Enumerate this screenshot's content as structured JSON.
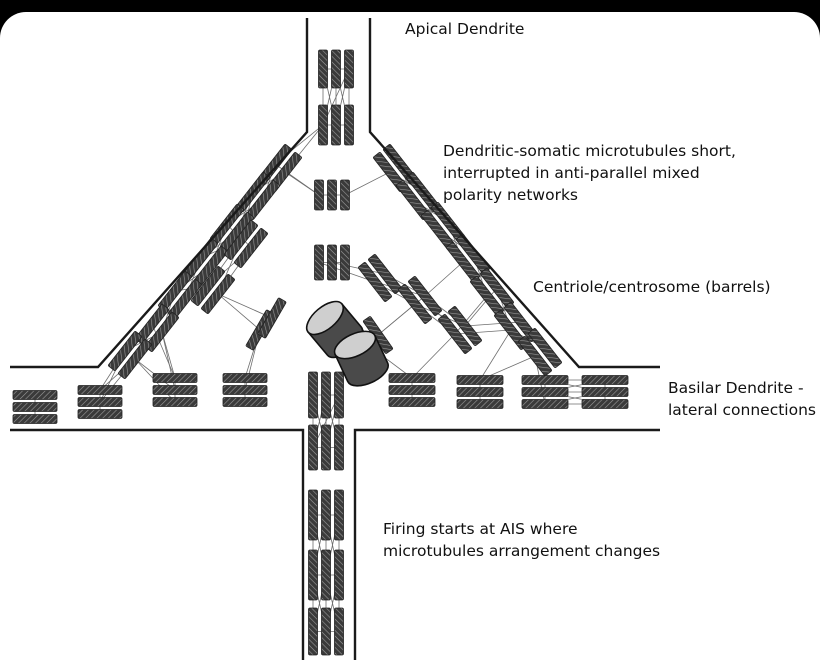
{
  "labels": {
    "apical": "Apical Dendrite",
    "soma_lines": [
      "Dendritic-somatic microtubules short,",
      "interrupted in anti-parallel mixed",
      "polarity networks"
    ],
    "centriole": "Centriole/centrosome (barrels)",
    "basilar_lines": [
      "Basilar Dendrite -",
      "lateral connections"
    ],
    "ais_lines": [
      "Firing starts at AIS where",
      "microtubules arrangement changes"
    ]
  },
  "colors": {
    "outline": "#1a1a1a",
    "tubule_fill": "#3a3a3a",
    "tubule_hatch": "#9a9a9a",
    "network_line": "#6e6e6e",
    "barrel_body": "#4a4a4a",
    "barrel_top": "#cfcfcf"
  }
}
